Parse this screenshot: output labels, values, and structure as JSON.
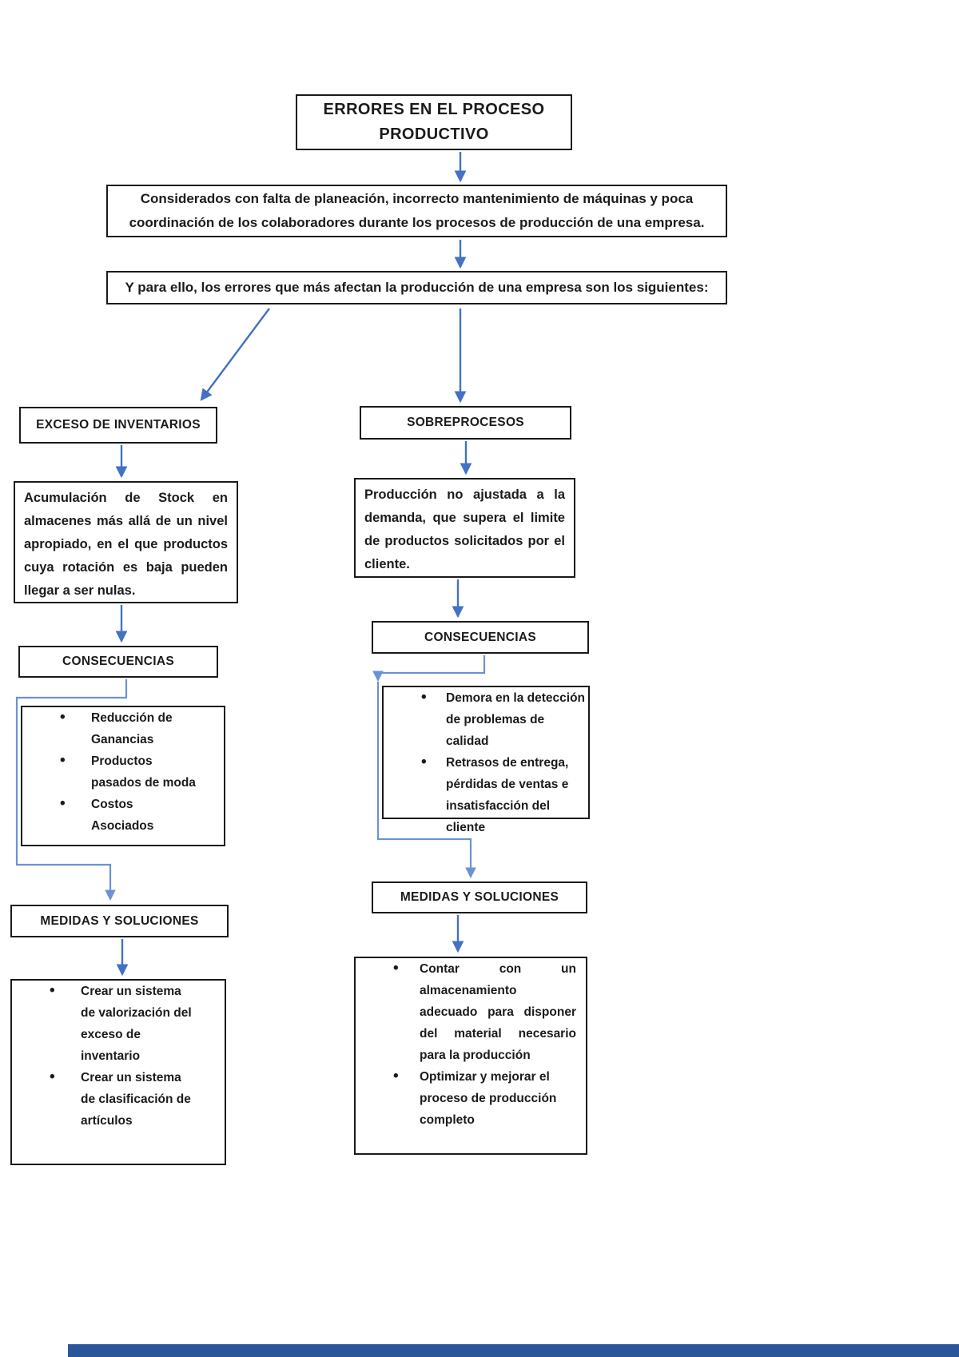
{
  "title": "ERRORES EN EL PROCESO PRODUCTIVO",
  "intro": "Considerados con falta de planeación, incorrecto mantenimiento de máquinas y poca coordinación de los colaboradores durante los procesos de producción de una empresa.",
  "lead": "Y para ello, los errores que más afectan la producción de una empresa son los siguientes:",
  "left_branch": {
    "header": "EXCESO DE INVENTARIOS",
    "description": "Acumulación de Stock en almacenes más allá de un nivel apropiado, en el que productos cuya rotación es baja pueden llegar a ser nulas.",
    "consequences_title": "CONSECUENCIAS",
    "consequences": [
      "Reducción de Ganancias",
      "Productos pasados de moda",
      "Costos Asociados"
    ],
    "measures_title": "MEDIDAS Y SOLUCIONES",
    "measures": [
      "Crear un sistema de valorización del exceso de inventario",
      "Crear un sistema de clasificación de artículos"
    ]
  },
  "right_branch": {
    "header": "SOBREPROCESOS",
    "description": "Producción no ajustada a la demanda, que supera el limite de productos solicitados por el cliente.",
    "consequences_title": "CONSECUENCIAS",
    "consequences": [
      "Demora en la detección de problemas de calidad",
      "Retrasos de entrega, pérdidas de ventas e insatisfacción del cliente"
    ],
    "measures_title": "MEDIDAS Y SOLUCIONES",
    "measures": [
      "Contar con un almacenamiento adecuado para disponer del material necesario para la producción",
      "Optimizar y mejorar el proceso de producción completo"
    ]
  },
  "colors": {
    "arrow_blue": "#4372C4",
    "elbow_blue": "#6B92D4",
    "footer_bar_blue": "#2B579A",
    "box_border": "#1A1A1A"
  }
}
